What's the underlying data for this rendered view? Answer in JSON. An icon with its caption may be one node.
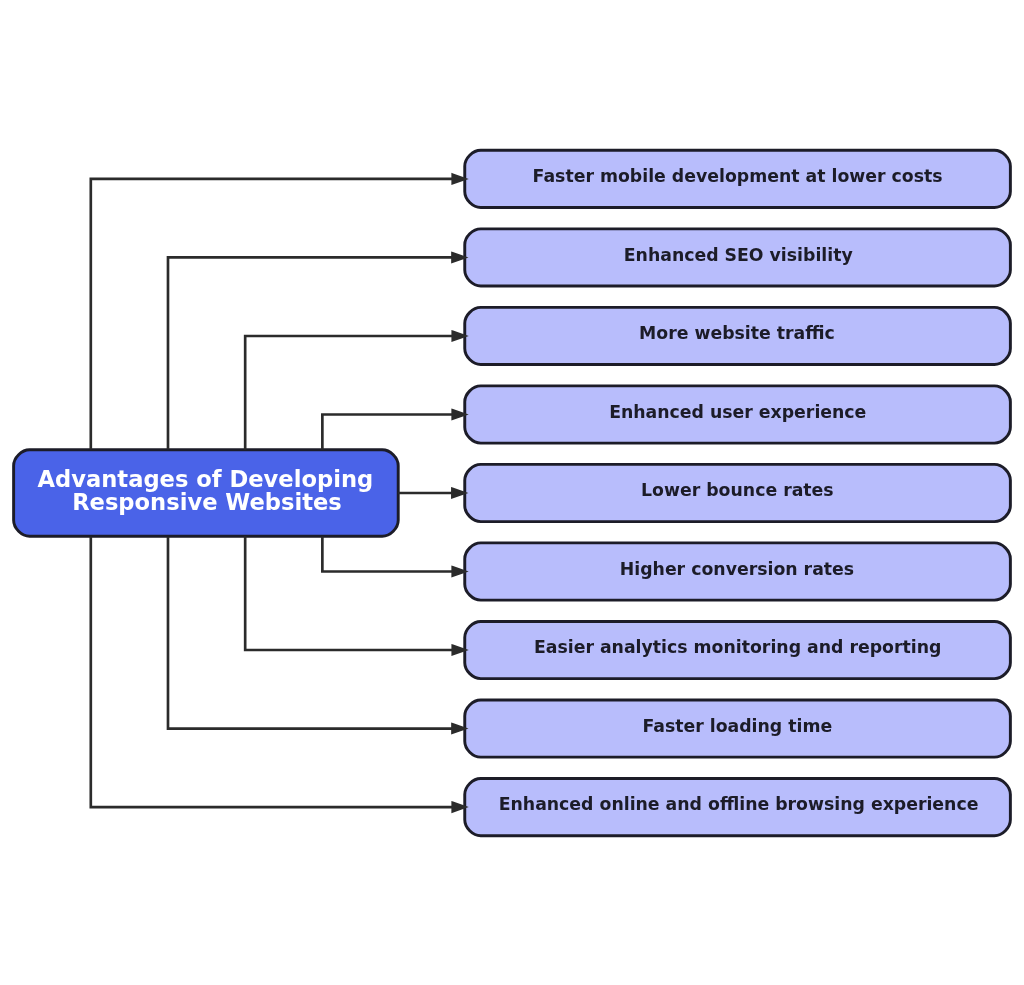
{
  "diagram": {
    "nodes": [
      {
        "text": [
          "Advantages of Developing Responsive Websites"
        ]
      },
      {
        "text": [
          "Faster mobile development at lower costs"
        ]
      },
      {
        "text": [
          "Enhanced SEO visibility"
        ]
      },
      {
        "text": [
          "More website traffic"
        ]
      },
      {
        "text": [
          "Enhanced user experience"
        ]
      },
      {
        "text": [
          "Lower bounce rates"
        ]
      },
      {
        "text": [
          "Higher conversion rates"
        ]
      },
      {
        "text": [
          "Easier analytics monitoring and reporting"
        ]
      },
      {
        "text": [
          "Faster loading time"
        ]
      },
      {
        "text": [
          "Enhanced online and offline browsing experience"
        ]
      }
    ],
    "edges": [
      {
        "from": 0,
        "to": 1,
        "arrow": "to"
      },
      {
        "from": 0,
        "to": 2,
        "arrow": "to"
      },
      {
        "from": 0,
        "to": 3,
        "arrow": "to"
      },
      {
        "from": 0,
        "to": 4,
        "arrow": "to"
      },
      {
        "from": 0,
        "to": 5,
        "arrow": "to"
      },
      {
        "from": 0,
        "to": 6,
        "arrow": "to"
      },
      {
        "from": 0,
        "to": 7,
        "arrow": "to"
      },
      {
        "from": 0,
        "to": 8,
        "arrow": "to"
      },
      {
        "from": 0,
        "to": 9,
        "arrow": "to"
      }
    ]
  }
}
